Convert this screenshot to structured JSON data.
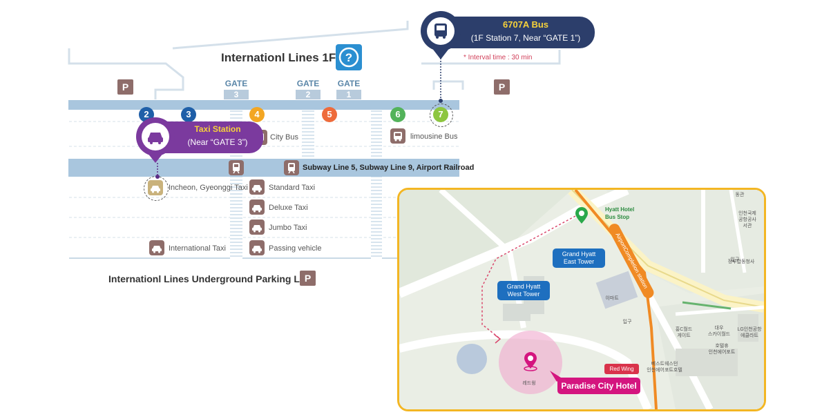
{
  "floor": {
    "title": "Internationl Lines 1F",
    "help_icon": "question-icon",
    "parking_label": "P",
    "underground_title": "Internationl Lines Underground Parking Lot"
  },
  "gates": [
    {
      "label": "GATE",
      "number": "3"
    },
    {
      "label": "GATE",
      "number": "2"
    },
    {
      "label": "GATE",
      "number": "1"
    }
  ],
  "stations": [
    {
      "number": "2",
      "color": "#1f5fa8"
    },
    {
      "number": "3",
      "color": "#1f5fa8"
    },
    {
      "number": "4",
      "color": "#f3a623"
    },
    {
      "number": "5",
      "color": "#ee6b3b"
    },
    {
      "number": "6",
      "color": "#53b35a"
    },
    {
      "number": "7",
      "color": "#8dc63f"
    }
  ],
  "transport": {
    "city_bus": "City Bus",
    "limousine_bus": "limousine Bus",
    "subway": "Subway Line 5, Subway Line 9, Airport Railroad",
    "incheon_taxi": "Incheon, Gyeonggi Taxi",
    "standard_taxi": "Standard Taxi",
    "deluxe_taxi": "Deluxe Taxi",
    "jumbo_taxi": "Jumbo Taxi",
    "international_taxi": "International Taxi",
    "passing_vehicle": "Passing vehicle"
  },
  "callouts": {
    "bus": {
      "title": "6707A Bus",
      "subtitle": "(1F Station 7, Near “GATE 1”)",
      "note": "* Interval time : 30 min",
      "icon": "bus-icon"
    },
    "taxi": {
      "title": "Taxi Station",
      "subtitle": "(Near “GATE 3”)",
      "icon": "taxi-icon"
    }
  },
  "map": {
    "bus_stop_label_1": "Hyatt Hotel",
    "bus_stop_label_2": "Bus Stop",
    "station_label": "AirportCompletion station",
    "east_tower": "Grand Hyatt\nEast Tower",
    "west_tower": "Grand Hyatt\nWest Tower",
    "hotel": "Paradise City Hotel",
    "red_wing": "Red Wing",
    "korean": {
      "emart": "이마트",
      "entrance": "입구",
      "entrance2": "입구",
      "gov": "정부합동청사",
      "corp": "인천국제\n공항공사\n서관",
      "east": "동관",
      "world_gate": "홍C월드\n게이트",
      "sky": "대우\n스카이월드",
      "hotel_in": "호텔휴\n인천에어포트",
      "lg": "LG인천공항\n에클라트",
      "best": "베스트웨스턴\n인천에어포트호텔",
      "redwing": "레드윙"
    }
  }
}
